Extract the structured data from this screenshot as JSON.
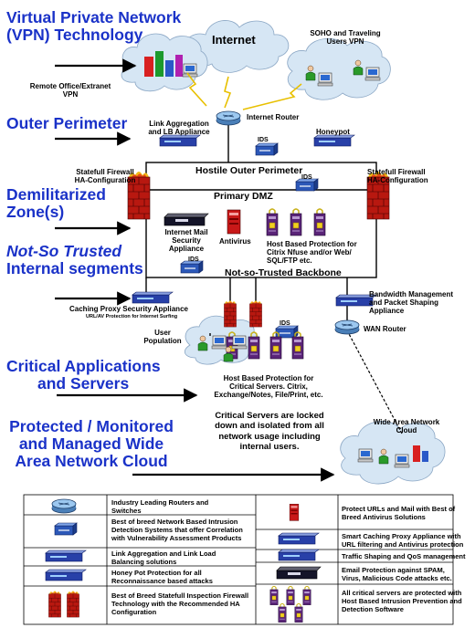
{
  "sections": {
    "vpn": [
      "Virtual Private Network",
      "(VPN) Technology"
    ],
    "outer": "Outer Perimeter",
    "dmz": [
      "Demilitarized",
      "Zone(s)"
    ],
    "nst": [
      "Not-So Trusted",
      "Internal segments"
    ],
    "critical": [
      "Critical Applications",
      "and Servers"
    ],
    "protected": [
      "Protected / Monitored",
      "and Managed Wide",
      "Area Network Cloud"
    ]
  },
  "labels": {
    "internet": "Internet",
    "soho": [
      "SOHO and Traveling",
      "Users VPN"
    ],
    "remote": [
      "Remote Office/Extranet",
      "VPN"
    ],
    "internet_router": "Internet Router",
    "link_agg": [
      "Link Aggregation",
      "and LB Appliance"
    ],
    "honeypot": "Honeypot",
    "ids": "IDS",
    "hostile": "Hostile Outer Perimeter",
    "fw_left": [
      "Statefull Firewall",
      "HA-Configuration"
    ],
    "fw_right": [
      "Statefull Firewall",
      "HA-Configuration"
    ],
    "primary_dmz": "Primary DMZ",
    "mail": [
      "Internet Mail",
      "Security",
      "Appliance"
    ],
    "antivirus": "Antivirus",
    "host_dmz": [
      "Host Based Protection for",
      "Citrix Nfuse and/or Web/",
      "SQL/FTP etc."
    ],
    "nst_backbone": "Not-so-Trusted Backbone",
    "caching": "Caching Proxy Security Appliance",
    "caching_sub": "URL/AV Protection for Internet Surfing",
    "bandwidth": [
      "Bandwidth Management",
      "and Packet Shaping",
      "Appliance"
    ],
    "wan_router": "WAN Router",
    "user_pop": [
      "User",
      "Population"
    ],
    "host_critical": [
      "Host Based Protection for",
      "Critical Servers. Citrix,",
      "Exchange/Notes, File/Print, etc."
    ],
    "critical_note": [
      "Critical Servers are locked",
      "down and isolated from all",
      "network usage including",
      "internal users."
    ],
    "wan_cloud": [
      "Wide Area Network",
      "Cloud"
    ]
  },
  "legend": {
    "left": [
      [
        "Industry Leading Routers and",
        "Switches"
      ],
      [
        "Best of breed Network Based Intrusion",
        "Detection Systems that offer Correlation",
        "with Vulnerability Assessment Products"
      ],
      [
        "Link Aggregation and Link Load",
        "Balancing solutions"
      ],
      [
        "Honey Pot Protection for all",
        "Reconnaissance based attacks"
      ],
      [
        "Best of Breed Statefull Inspection Firewall",
        "Technology with the Recommended HA",
        "Configuration"
      ]
    ],
    "right": [
      [
        "Protect URLs and Mail with Best of",
        "Breed Antivirus Solutions"
      ],
      [
        "Smart Caching Proxy Appliance with",
        "URL filtering and Antivirus protection"
      ],
      [
        "Traffic Shaping and QoS management"
      ],
      [
        "Email Protection against SPAM,",
        "Virus, Malicious Code attacks etc."
      ],
      [
        "All critical servers are protected with",
        "Host Based Intrusion Prevention and",
        "Detection Software"
      ]
    ]
  },
  "colors": {
    "heading": "#1a32c8",
    "cloud": "#d2e4f4",
    "firewall": "#b81810",
    "server": "#6b2d8c",
    "antivirus": "#c81818"
  }
}
